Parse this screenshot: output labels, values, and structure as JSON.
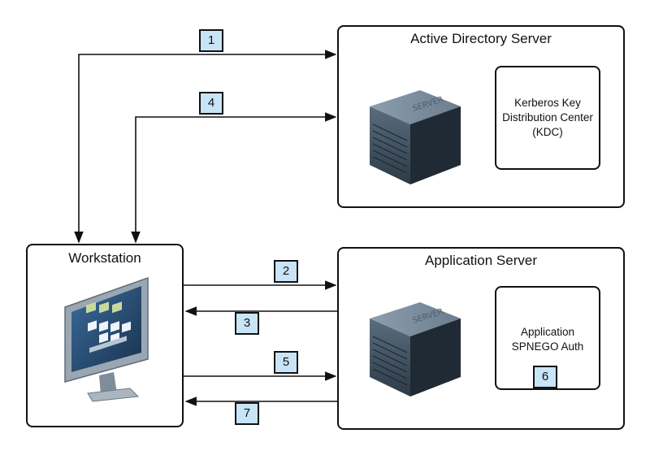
{
  "ad_server": {
    "title": "Active Directory Server",
    "kdc_label": [
      "Kerberos Key",
      "Distribution Center",
      "(KDC)"
    ]
  },
  "workstation": {
    "title": "Workstation"
  },
  "app_server": {
    "title": "Application Server",
    "auth_label": [
      "Application",
      "SPNEGO Auth"
    ]
  },
  "steps": {
    "s1": "1",
    "s2": "2",
    "s3": "3",
    "s4": "4",
    "s5": "5",
    "s6": "6",
    "s7": "7"
  },
  "server_text": "SERVER",
  "colors": {
    "step_fill": "#c8e4f7",
    "line": "#111111"
  }
}
